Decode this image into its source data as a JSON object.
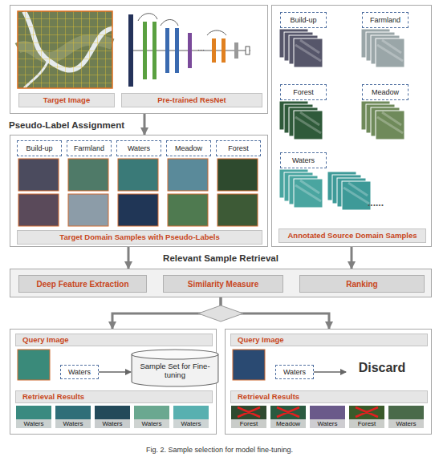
{
  "diagram": {
    "caption": "Fig. 2. Sample selection for model fine-tuning.",
    "nodes": [
      {
        "text": [
          "Target Image",
          "Pre-trained ResNet"
        ]
      },
      {
        "text": [
          "Annotated Source Domain Samples"
        ]
      },
      {
        "text": [
          "Build-up"
        ],
        "in": 1
      },
      {
        "text": [
          "Farmland"
        ],
        "in": 1
      },
      {
        "text": [
          "Forest"
        ],
        "in": 1
      },
      {
        "text": [
          "Meadow"
        ],
        "in": 1
      },
      {
        "text": [
          "Waters"
        ],
        "in": 1
      },
      {
        "text": [
          "Pseudo-Label Assignment",
          "Target Domain Samples with Pseudo-Labels"
        ]
      },
      {
        "text": [
          "Build-up"
        ],
        "in": 7
      },
      {
        "text": [
          "Farmland"
        ],
        "in": 7
      },
      {
        "text": [
          "Waters"
        ],
        "in": 7
      },
      {
        "text": [
          "Meadow"
        ],
        "in": 7
      },
      {
        "text": [
          "Forest"
        ],
        "in": 7
      },
      {
        "text": [
          "Relevant Sample Retrieval"
        ]
      },
      {
        "text": [
          "Deep Feature Extraction"
        ],
        "in": 13
      },
      {
        "text": [
          "Similarity Measure"
        ],
        "in": 13
      },
      {
        "text": [
          "Ranking"
        ],
        "in": 13
      },
      {
        "text": [
          "Query Image",
          "Retrieval Results"
        ]
      },
      {
        "text": [
          "Waters"
        ],
        "in": 17
      },
      {
        "text": [
          "Sample Set for Fine-tuning"
        ],
        "in": 17
      },
      {
        "text": [
          "Query Image",
          "Retrieval Results"
        ]
      },
      {
        "text": [
          "Waters"
        ],
        "in": 20
      },
      {
        "text": [
          "Discard"
        ],
        "in": 20
      }
    ],
    "edges": [
      {
        "from": 0,
        "to": 7,
        "arrow": "to"
      },
      {
        "from": 7,
        "to": 13,
        "arrow": "to"
      },
      {
        "from": 1,
        "to": 13,
        "arrow": "to"
      },
      {
        "from": 14,
        "to": 15,
        "arrow": "to"
      },
      {
        "from": 15,
        "to": 16,
        "arrow": "to"
      },
      {
        "from": 13,
        "to": 17,
        "arrow": "to"
      },
      {
        "from": 13,
        "to": 20,
        "arrow": "to"
      },
      {
        "from": 18,
        "to": 19,
        "arrow": "to"
      },
      {
        "from": 21,
        "to": 22,
        "arrow": "to"
      }
    ],
    "labels": [
      "......",
      "Waters",
      "Waters",
      "Waters",
      "Waters",
      "Waters",
      "Forest",
      "Meadow",
      "Waters",
      "Forest",
      "Waters"
    ]
  }
}
